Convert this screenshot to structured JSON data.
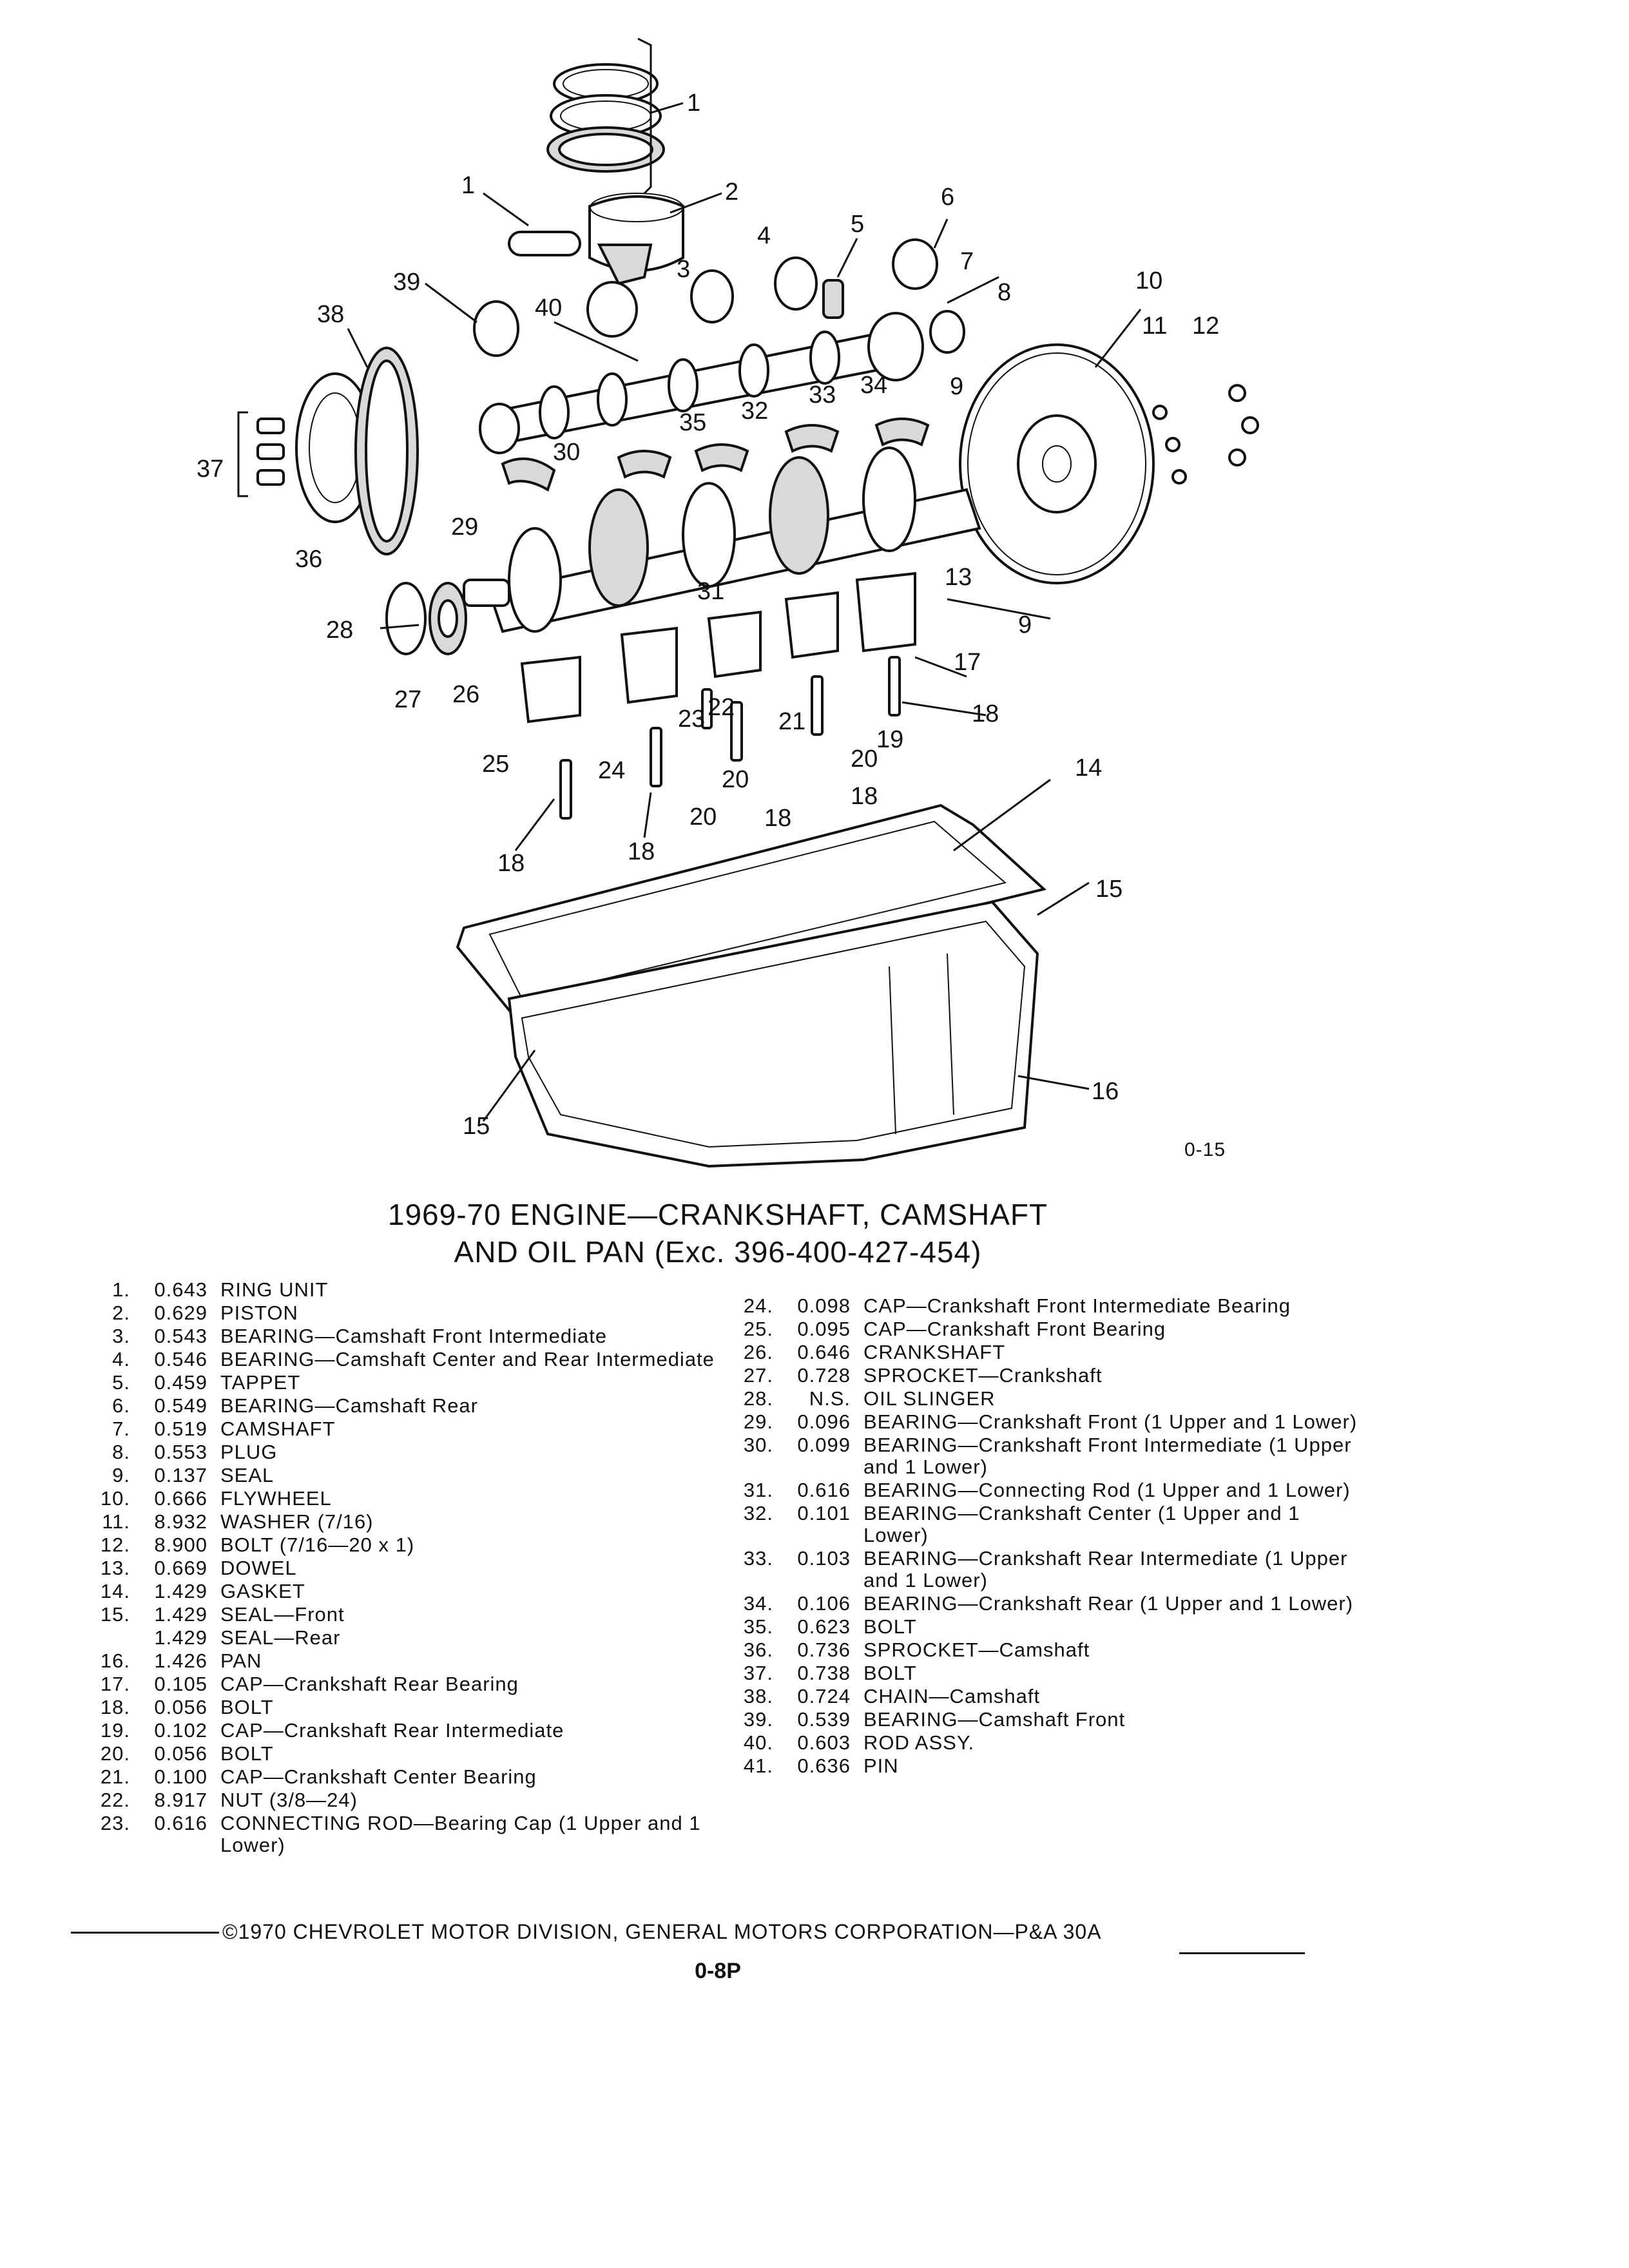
{
  "figure": {
    "code": "0-15",
    "callouts": [
      "1",
      "2",
      "1",
      "3",
      "4",
      "5",
      "6",
      "7",
      "8",
      "39",
      "38",
      "40",
      "10",
      "11",
      "12",
      "33",
      "34",
      "9",
      "35",
      "32",
      "37",
      "30",
      "29",
      "31",
      "36",
      "13",
      "9",
      "28",
      "17",
      "18",
      "27",
      "26",
      "23",
      "22",
      "21",
      "19",
      "20",
      "25",
      "24",
      "20",
      "18",
      "20",
      "18",
      "14",
      "15",
      "16",
      "15",
      "18",
      "18"
    ]
  },
  "title": {
    "line1": "1969-70 ENGINE—CRANKSHAFT, CAMSHAFT",
    "line2": "AND OIL PAN (Exc. 396-400-427-454)"
  },
  "parts_left": [
    {
      "num": "1.",
      "val": "0.643",
      "desc": "RING UNIT"
    },
    {
      "num": "2.",
      "val": "0.629",
      "desc": "PISTON"
    },
    {
      "num": "3.",
      "val": "0.543",
      "desc": "BEARING—Camshaft Front Intermediate"
    },
    {
      "num": "4.",
      "val": "0.546",
      "desc": "BEARING—Camshaft Center and Rear Intermediate"
    },
    {
      "num": "5.",
      "val": "0.459",
      "desc": "TAPPET"
    },
    {
      "num": "6.",
      "val": "0.549",
      "desc": "BEARING—Camshaft Rear"
    },
    {
      "num": "7.",
      "val": "0.519",
      "desc": "CAMSHAFT"
    },
    {
      "num": "8.",
      "val": "0.553",
      "desc": "PLUG"
    },
    {
      "num": "9.",
      "val": "0.137",
      "desc": "SEAL"
    },
    {
      "num": "10.",
      "val": "0.666",
      "desc": "FLYWHEEL"
    },
    {
      "num": "11.",
      "val": "8.932",
      "desc": "WASHER (7/16)"
    },
    {
      "num": "12.",
      "val": "8.900",
      "desc": "BOLT (7/16—20 x 1)"
    },
    {
      "num": "13.",
      "val": "0.669",
      "desc": "DOWEL"
    },
    {
      "num": "14.",
      "val": "1.429",
      "desc": "GASKET"
    },
    {
      "num": "15.",
      "val": "1.429",
      "desc": "SEAL—Front"
    },
    {
      "num": "",
      "val": "1.429",
      "desc": "SEAL—Rear"
    },
    {
      "num": "16.",
      "val": "1.426",
      "desc": "PAN"
    },
    {
      "num": "17.",
      "val": "0.105",
      "desc": "CAP—Crankshaft Rear Bearing"
    },
    {
      "num": "18.",
      "val": "0.056",
      "desc": "BOLT"
    },
    {
      "num": "19.",
      "val": "0.102",
      "desc": "CAP—Crankshaft Rear Intermediate"
    },
    {
      "num": "20.",
      "val": "0.056",
      "desc": "BOLT"
    },
    {
      "num": "21.",
      "val": "0.100",
      "desc": "CAP—Crankshaft Center Bearing"
    },
    {
      "num": "22.",
      "val": "8.917",
      "desc": "NUT (3/8—24)"
    },
    {
      "num": "23.",
      "val": "0.616",
      "desc": "CONNECTING ROD—Bearing Cap (1 Upper and 1 Lower)"
    }
  ],
  "parts_right": [
    {
      "num": "24.",
      "val": "0.098",
      "desc": "CAP—Crankshaft Front Intermediate Bearing"
    },
    {
      "num": "25.",
      "val": "0.095",
      "desc": "CAP—Crankshaft Front Bearing"
    },
    {
      "num": "26.",
      "val": "0.646",
      "desc": "CRANKSHAFT"
    },
    {
      "num": "27.",
      "val": "0.728",
      "desc": "SPROCKET—Crankshaft"
    },
    {
      "num": "28.",
      "val": "N.S.",
      "desc": "OIL SLINGER"
    },
    {
      "num": "29.",
      "val": "0.096",
      "desc": "BEARING—Crankshaft Front (1 Upper and 1 Lower)"
    },
    {
      "num": "30.",
      "val": "0.099",
      "desc": "BEARING—Crankshaft Front Intermediate (1 Upper and 1 Lower)"
    },
    {
      "num": "31.",
      "val": "0.616",
      "desc": "BEARING—Connecting Rod (1 Upper and 1 Lower)"
    },
    {
      "num": "32.",
      "val": "0.101",
      "desc": "BEARING—Crankshaft Center (1 Upper and 1 Lower)"
    },
    {
      "num": "33.",
      "val": "0.103",
      "desc": "BEARING—Crankshaft Rear Intermediate (1 Upper and 1 Lower)"
    },
    {
      "num": "34.",
      "val": "0.106",
      "desc": "BEARING—Crankshaft Rear (1 Upper and 1 Lower)"
    },
    {
      "num": "35.",
      "val": "0.623",
      "desc": "BOLT"
    },
    {
      "num": "36.",
      "val": "0.736",
      "desc": "SPROCKET—Camshaft"
    },
    {
      "num": "37.",
      "val": "0.738",
      "desc": "BOLT"
    },
    {
      "num": "38.",
      "val": "0.724",
      "desc": "CHAIN—Camshaft"
    },
    {
      "num": "39.",
      "val": "0.539",
      "desc": "BEARING—Camshaft Front"
    },
    {
      "num": "40.",
      "val": "0.603",
      "desc": "ROD ASSY."
    },
    {
      "num": "41.",
      "val": "0.636",
      "desc": "PIN"
    }
  ],
  "footer": {
    "copyright": "©1970 CHEVROLET MOTOR DIVISION, GENERAL MOTORS CORPORATION—P&A 30A",
    "page": "0-8P"
  }
}
